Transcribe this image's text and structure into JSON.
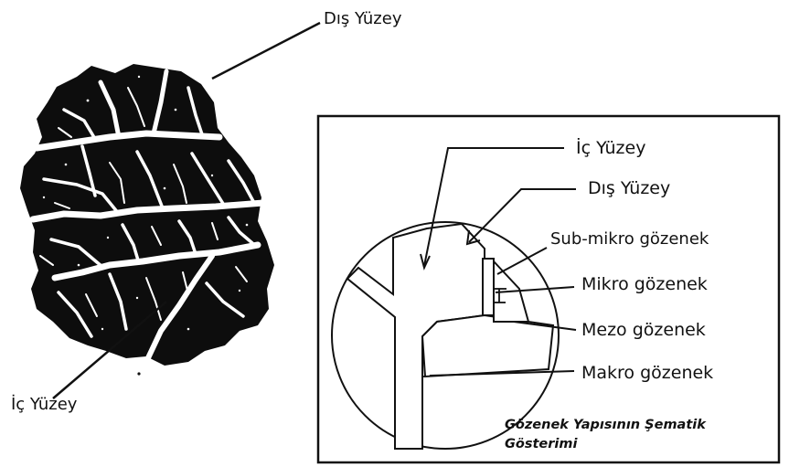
{
  "particle_labels": {
    "outer_surface": "Dış Yüzey",
    "inner_surface": "İç Yüzey"
  },
  "schematic_labels": {
    "inner_surface": "İç Yüzey",
    "outer_surface": "Dış Yüzey",
    "sub_micro_pore": "Sub-mikro gözenek",
    "micro_pore": "Mikro gözenek",
    "meso_pore": "Mezo gözenek",
    "macro_pore": "Makro gözenek"
  },
  "caption": {
    "line1": "Gözenek Yapısının Şematik",
    "line2": "Gösterimi"
  },
  "colors": {
    "ink": "#111111",
    "background": "#ffffff"
  }
}
